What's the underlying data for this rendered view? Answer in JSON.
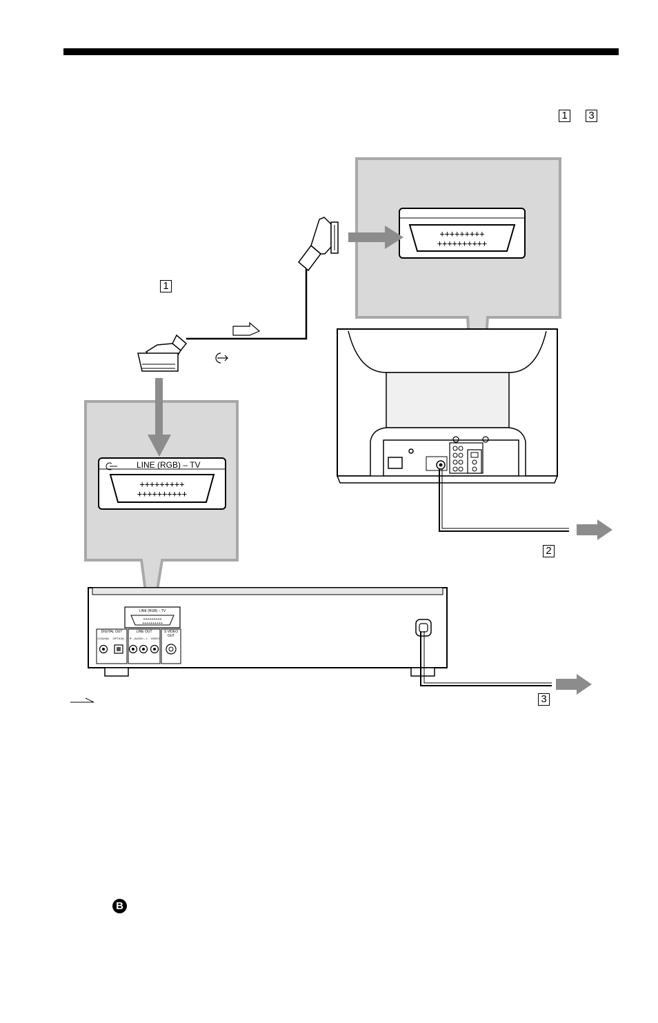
{
  "header": {
    "step_range": {
      "start": "1",
      "end": "3"
    }
  },
  "diagram": {
    "step_1": "1",
    "step_2": "2",
    "step_3": "3",
    "connector_label_large": "LINE (RGB) – TV",
    "connector_label_small": "LINE (RGB) – TV",
    "player_labels": {
      "digital_out": "DIGITAL OUT",
      "coaxial": "COAXIAL",
      "optical": "OPTICAL",
      "line_out": "LINE OUT",
      "audio": "R – AUDIO – L",
      "video": "VIDEO",
      "s_video_out_1": "S VIDEO",
      "s_video_out_2": "OUT"
    }
  },
  "footer": {
    "badge": "B"
  },
  "colors": {
    "callout_fill": "#d9d9d9",
    "callout_border": "#a8a8a8",
    "arrow": "#8c8c8c",
    "device_fill": "#f2f2f2",
    "line": "#000000"
  }
}
